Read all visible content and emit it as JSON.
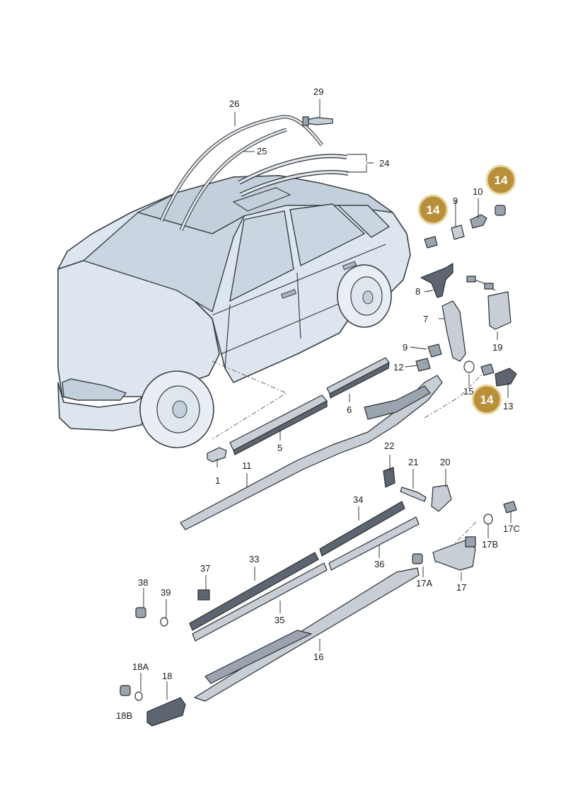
{
  "labels": {
    "l1": "1",
    "l5": "5",
    "l6": "6",
    "l7": "7",
    "l8": "8",
    "l9a": "9",
    "l9b": "9",
    "l10": "10",
    "l11": "11",
    "l12": "12",
    "l13": "13",
    "l15": "15",
    "l16": "16",
    "l17": "17",
    "l17a": "17A",
    "l17b": "17B",
    "l17c": "17C",
    "l18": "18",
    "l18a": "18A",
    "l18b": "18B",
    "l19": "19",
    "l20": "20",
    "l21": "21",
    "l22": "22",
    "l24": "24",
    "l25": "25",
    "l26": "26",
    "l29": "29",
    "l33": "33",
    "l34": "34",
    "l35": "35",
    "l36": "36",
    "l37": "37",
    "l38": "38",
    "l39": "39"
  },
  "badges": {
    "b1": "14",
    "b2": "14",
    "b3": "14"
  },
  "colors": {
    "badge_fill": "#b8903a",
    "badge_stroke": "#e9d8a6"
  }
}
